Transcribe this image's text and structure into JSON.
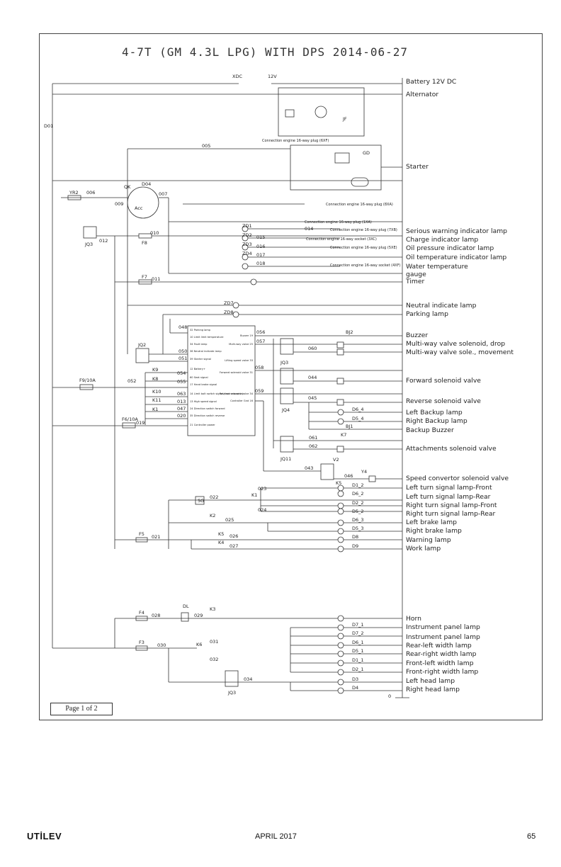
{
  "title": "4-7T (GM 4.3L LPG) WITH DPS 2014-06-27",
  "right_labels": [
    "Battery 12V DC",
    "Alternator",
    "Starter",
    "Serious warning indicator lamp",
    "Charge indicator lamp",
    "Oil pressure indicator lamp",
    "Oil temperature indicator lamp",
    "Water temperature",
    "gauge",
    "Timer",
    "Neutral indicate lamp",
    "Parking lamp",
    "Buzzer",
    "Multi-way valve solenoid, drop",
    "Multi-way valve sole., movement",
    "Forward solenoid valve",
    "Reverse solenoid valve",
    "Left Backup lamp",
    "Right Backup lamp",
    "Backup Buzzer",
    "Attachments solenoid valve",
    "Speed convertor solenoid valve",
    "Left turn signal lamp-Front",
    "Left turn signal lamp-Rear",
    "Right turn signal lamp-Front",
    "Right turn signal lamp-Rear",
    "Left brake lamp",
    "Right brake lamp",
    "Warning lamp",
    "Work lamp",
    "Horn",
    "Instrument panel lamp",
    "Instrument panel lamp",
    "Rear-left width lamp",
    "Rear-right width lamp",
    "Front-left width lamp",
    "Front-right width lamp",
    "Left head lamp",
    "Right head lamp"
  ],
  "wire_labels": {
    "xdc": "XDC",
    "v12": "12V",
    "d01": "D01",
    "w005": "005",
    "w006": "006",
    "yr2": "YR2",
    "w009": "009",
    "w010": "010",
    "w011": "011",
    "w012": "012",
    "f8": "F8",
    "f7": "F7",
    "qk": "QK",
    "d04": "D04",
    "w007": "007",
    "acc": "Acc",
    "jq3": "JQ3",
    "gd": "GD",
    "jf": "JF",
    "zd1": "ZD1",
    "zd2": "ZD2",
    "zd3": "ZD3",
    "zd4": "ZD4",
    "w014": "014",
    "w015": "015",
    "w016": "016",
    "w017": "017",
    "w018": "018",
    "conn_gd": "Connection engine 16-way plug (6XF)",
    "conn_8x": "Connection engine 16-way plug (8XA)",
    "conn_1x": "Connection engine 16-way plug (1XA)",
    "conn_7x": "Connection engine 16-way plug (7XB)",
    "conn_3x": "Connection engine 16-way socket (3XC)",
    "conn_5x": "Connection engine 16-way plug (5XE)",
    "conn_4x": "Connection engine 16-way socket (4XF)",
    "zd7": "ZD7",
    "zd8": "ZD8",
    "w048": "048",
    "w056": "056",
    "w057": "057",
    "w060": "060",
    "bj2": "BJ2",
    "jq2": "JQ2",
    "w050": "050",
    "w051": "051",
    "f9": "F9/10A",
    "w052": "052",
    "k9": "K9",
    "k8": "K8",
    "w054": "054",
    "w055": "055",
    "w058": "058",
    "w044": "044",
    "w059": "059",
    "w045": "045",
    "d6_4": "D6_4",
    "d5_4": "D5_4",
    "bj1": "BJ1",
    "k7": "K7",
    "w061": "061",
    "w062": "062",
    "jq11": "JQ11",
    "jq4": "JQ4",
    "k10": "K10",
    "k11": "K11",
    "k1": "K1",
    "w063": "063",
    "w013": "013",
    "w047": "047",
    "w020": "020",
    "f6": "F6/10A",
    "w019": "019",
    "w043": "043",
    "w046": "046",
    "v2": "V2",
    "y4": "Y4",
    "k5": "K5",
    "w022": "022",
    "w023": "023",
    "w024": "024",
    "w025": "025",
    "w026": "026",
    "w027": "027",
    "w021": "021",
    "f5": "F5",
    "k2": "K2",
    "k4": "K4",
    "sg": "SG",
    "d1_2": "D1_2",
    "d6_2": "D6_2",
    "d2_2": "D2_2",
    "d5_2": "D5_2",
    "d6_3": "D6_3",
    "d5_3": "D5_3",
    "d8": "D8",
    "d9": "D9",
    "f4": "F4",
    "dl": "DL",
    "w028": "028",
    "w029": "029",
    "k3": "K3",
    "f3": "F3",
    "w030": "030",
    "k6": "K6",
    "w031": "031",
    "w032": "032",
    "w034": "034",
    "d7_1": "D7_1",
    "d7_2": "D7_2",
    "d6_1": "D6_1",
    "d5_1": "D5_1",
    "d1_1": "D1_1",
    "d2_1": "D2_1",
    "d3": "D3",
    "d4": "D4",
    "gnd0": "0"
  },
  "controller_pins": [
    "32 Parking lamp",
    "10 Limit limit temperature",
    "34 Fault lamp",
    "36 Neutral indicate lamp",
    "39 Starter signal",
    "12 Battery+",
    "60 Seat signal",
    "17 Hand brake signal",
    "14 Limit bolt switch signal (lock response)",
    "13 High speed signal",
    "24 Direction switch forward",
    "35 Direction switch reverse",
    "21 Controller power"
  ],
  "controller_right_pins": [
    "Buzzer 19",
    "Multi-way valve 25",
    "Lifting speed valve 33",
    "Forward solenoid valve 31",
    "Reverse solenoid valve 34",
    "Controller Gnd 16"
  ],
  "page_box": "Page 1 of 2",
  "footer": {
    "logo": "UTİLEV",
    "date": "APRIL 2017",
    "page": "65"
  }
}
